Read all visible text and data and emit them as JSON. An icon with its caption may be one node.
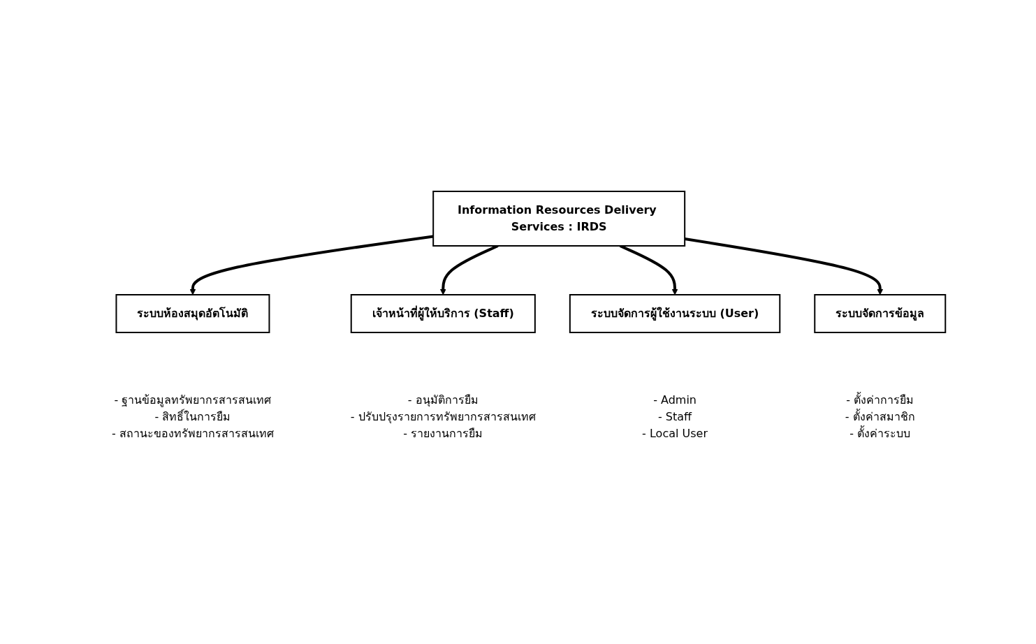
{
  "diagram": {
    "nodes": [
      {
        "text": [
          "ระบบห้องสมุดอัตโนมัติ"
        ],
        "beside": [
          "- ฐานข้อมูลทรัพยากรสารสนเทศ",
          "- สิทธิ์ในการยืม",
          "- สถานะของทรัพยากรสารสนเทศ"
        ]
      },
      {
        "text": [
          "เจ้าหน้าที่ผู้ให้บริการ (Staff)"
        ],
        "beside": [
          "- อนุมัติการยืม",
          "- ปรับปรุงรายการทรัพยากรสารสนเทศ",
          "- รายงานการยืม"
        ]
      },
      {
        "text": [
          "Information Resources Delivery Services : IRDS"
        ]
      },
      {
        "text": [
          "ระบบจัดการผู้ใช้งานระบบ (User)"
        ],
        "beside": [
          "- Admin",
          "- Staff",
          "- Local User"
        ]
      },
      {
        "text": [
          "ระบบจัดการข้อมูล"
        ],
        "beside": [
          "- ตั้งค่าการยืม",
          "- ตั้งค่าสมาชิก",
          "- ตั้งค่าระบบ"
        ]
      }
    ],
    "edges": [
      {
        "from": 2,
        "to": 0,
        "arrow": "to"
      },
      {
        "from": 2,
        "to": 1,
        "arrow": "to"
      },
      {
        "from": 2,
        "to": 3,
        "arrow": "to"
      },
      {
        "from": 2,
        "to": 4,
        "arrow": "to"
      }
    ]
  }
}
